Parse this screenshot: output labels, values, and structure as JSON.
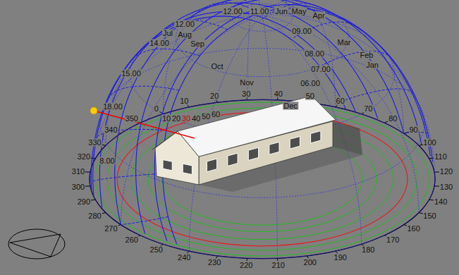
{
  "diagram": {
    "labels": [
      "12.00",
      "11.00",
      "Jun",
      "May",
      "Apr",
      "12.00",
      "Jul",
      "Aug",
      "14.00",
      "Sep",
      "09.00",
      "Mar",
      "08.00",
      "Feb",
      "Jan",
      "07.00",
      "Oct",
      "15.00",
      "Nov",
      "Dec",
      "06.00",
      "18.00",
      "8.00",
      "0",
      "10",
      "20",
      "30",
      "40",
      "50",
      "60",
      "70",
      "80",
      "90",
      "100",
      "110",
      "120",
      "130",
      "140",
      "150",
      "160",
      "170",
      "180",
      "190",
      "200",
      "210",
      "220",
      "230",
      "240",
      "250",
      "260",
      "270",
      "280",
      "290",
      "300",
      "310",
      "320",
      "330",
      "340",
      "350",
      "10",
      "20",
      "30",
      "40",
      "50",
      "60"
    ]
  }
}
